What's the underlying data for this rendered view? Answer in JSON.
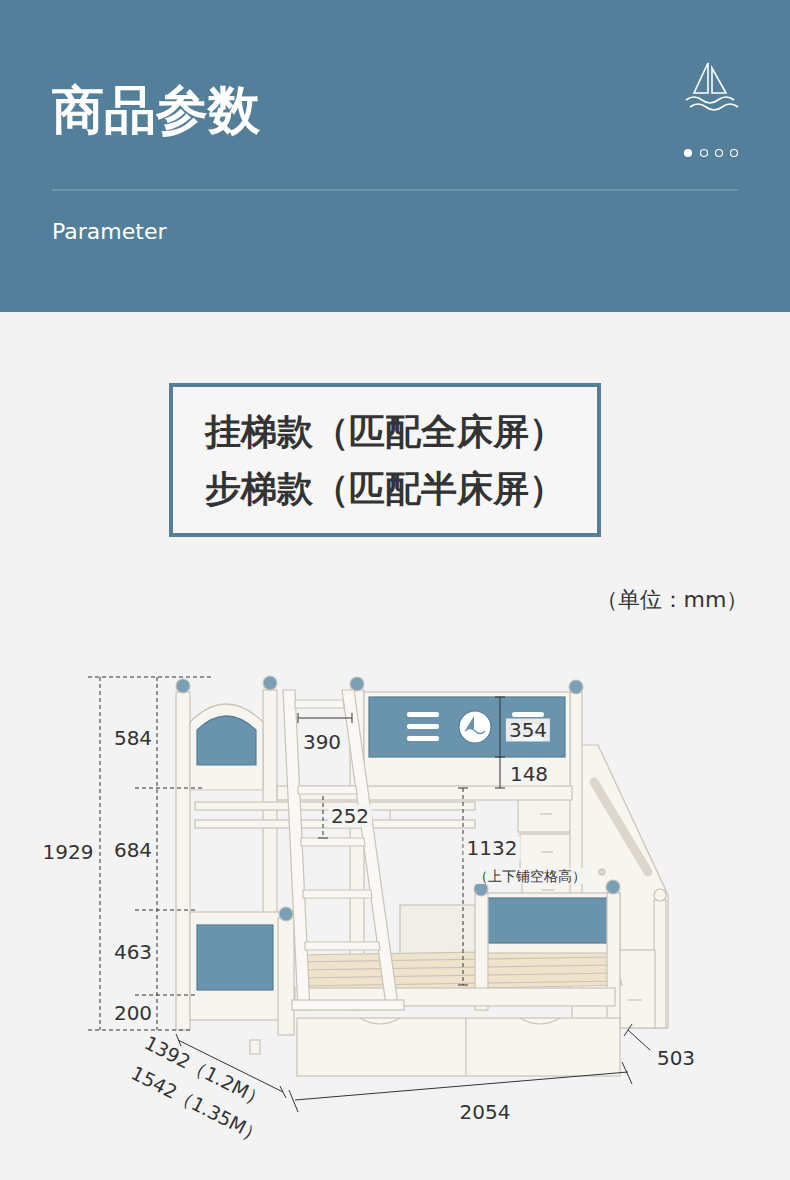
{
  "diagram": {
    "nodes": [
      {
        "text": [
          "商品参数",
          "Parameter"
        ]
      },
      {
        "text": [
          "挂梯款（匹配全床屏）",
          "步梯款（匹配半床屏）"
        ]
      }
    ],
    "labels": [
      "（单位：mm）",
      "584",
      "684",
      "463",
      "200",
      "1929",
      "390",
      "354",
      "148",
      "252",
      "1132",
      "（上下铺空格高）",
      "1392（1.2M）",
      "1542（1.35M）",
      "2054",
      "503"
    ]
  }
}
